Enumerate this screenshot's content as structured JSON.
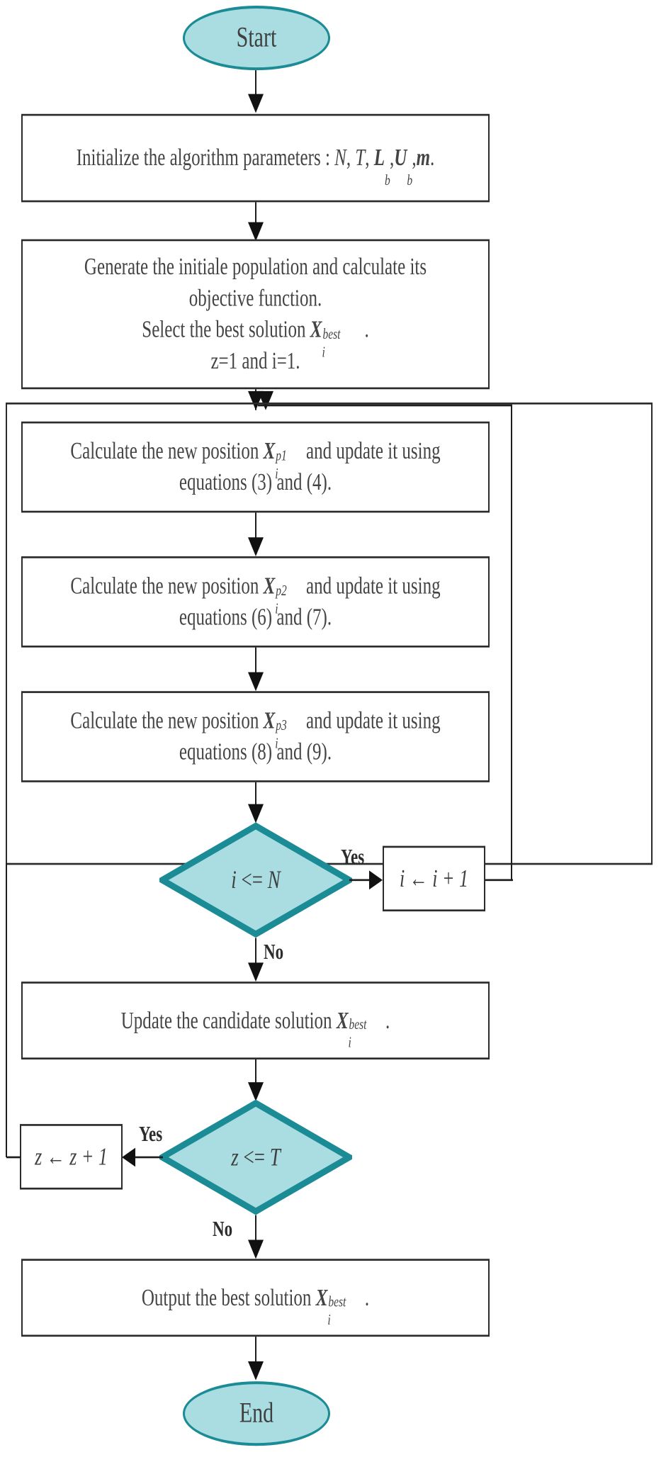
{
  "diagram": {
    "title": "Algorithm flowchart",
    "colors": {
      "terminator_fill": "#a9dde1",
      "terminator_border": "#1b8b96",
      "decision_fill": "#a9dde1",
      "decision_border": "#1b8b96",
      "process_border": "#2b2b2b",
      "process_fill": "#ffffff",
      "connector": "#1d1d1d",
      "text": "#3f3f3f",
      "background": "#ffffff"
    },
    "nodes": {
      "start": {
        "label": "Start",
        "shape": "ellipse"
      },
      "init": {
        "shape": "process",
        "text_plain": "Initialize the algorithm parameters : N, T, Lb,Ub,m.",
        "line1_prefix": "Initialize the algorithm parameters : ",
        "v_N": "N",
        "sep1": ", ",
        "v_T": "T",
        "sep2": ", ",
        "v_L": "L",
        "v_L_sub": "b",
        "sep3": ",",
        "v_U": "U",
        "v_U_sub": "b",
        "sep4": ",",
        "v_m": "m",
        "period": "."
      },
      "generate": {
        "shape": "process",
        "text_plain": "Generate the initiale population and calculate its objective function. Select the best solution Xibest . z=1 and i=1.",
        "line1": "Generate the initiale population and calculate its",
        "line2": "objective function.",
        "line3_prefix": "Select the best solution ",
        "line3_var": "X",
        "line3_sup": "best",
        "line3_sub": "i",
        "line3_suffix": ".",
        "line4": "z=1 and i=1."
      },
      "pos1": {
        "shape": "process",
        "text_plain": "Calculate the new position Xip1 and update it using equations (3) and (4).",
        "line1_prefix": "Calculate the new position ",
        "line1_var": "X",
        "line1_sup": "p1",
        "line1_sub": "i",
        "line1_suffix": " and update it using",
        "line2": "equations (3) and (4)."
      },
      "pos2": {
        "shape": "process",
        "text_plain": "Calculate the new position Xip2 and update it using equations (6) and (7).",
        "line1_prefix": "Calculate the new position  ",
        "line1_var": "X",
        "line1_sup": "p2",
        "line1_sub": "i",
        "line1_suffix": " and update it using",
        "line2": "equations (6) and (7)."
      },
      "pos3": {
        "shape": "process",
        "text_plain": "Calculate the new position Xip3 and update it using equations (8) and (9).",
        "line1_prefix": "Calculate the new position ",
        "line1_var": "X",
        "line1_sup": "p3",
        "line1_sub": "i",
        "line1_suffix": " and update it using",
        "line2": "equations (8) and (9)."
      },
      "decision_i": {
        "shape": "diamond",
        "text_plain": "i <= N",
        "lhs": "i",
        "op": " <= ",
        "rhs": "N"
      },
      "increment_i": {
        "shape": "process",
        "text_plain": "i ← i + 1",
        "lhs": "i",
        "arrow": " ← ",
        "rhs": "i + 1"
      },
      "update_best": {
        "shape": "process",
        "text_plain": "Update the candidate solution Xibest.",
        "line1_prefix": "Update the candidate solution ",
        "line1_var": "X",
        "line1_sup": "best",
        "line1_sub": "i",
        "line1_suffix": "."
      },
      "decision_z": {
        "shape": "diamond",
        "text_plain": "z <= T",
        "lhs": "z",
        "op": " <= ",
        "rhs": "T"
      },
      "increment_z": {
        "shape": "process",
        "text_plain": "z ← z + 1",
        "lhs": "z",
        "arrow": " ← ",
        "rhs": "z + 1"
      },
      "output_best": {
        "shape": "process",
        "text_plain": "Output the best solution Xibest.",
        "line1_prefix": "Output the best solution ",
        "line1_var": "X",
        "line1_sup": "best",
        "line1_sub": "i",
        "line1_suffix": "."
      },
      "end": {
        "label": "End",
        "shape": "ellipse"
      }
    },
    "edge_labels": {
      "i_yes": "Yes",
      "i_no": "No",
      "z_yes": "Yes",
      "z_no": "No"
    }
  }
}
